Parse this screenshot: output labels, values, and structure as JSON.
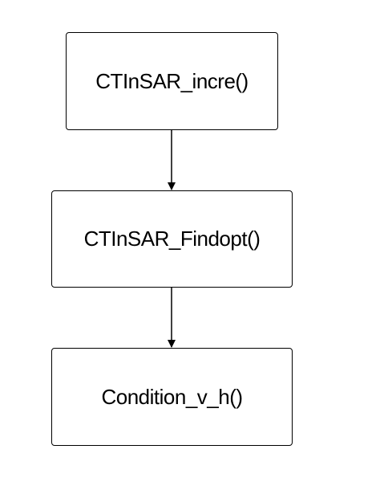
{
  "diagram": {
    "nodes": [
      {
        "id": "n1",
        "label": "CTInSAR_incre()"
      },
      {
        "id": "n2",
        "label": "CTInSAR_Findopt()"
      },
      {
        "id": "n3",
        "label": "Condition_v_h()"
      }
    ],
    "edges": [
      {
        "from": "n1",
        "to": "n2"
      },
      {
        "from": "n2",
        "to": "n3"
      }
    ]
  }
}
